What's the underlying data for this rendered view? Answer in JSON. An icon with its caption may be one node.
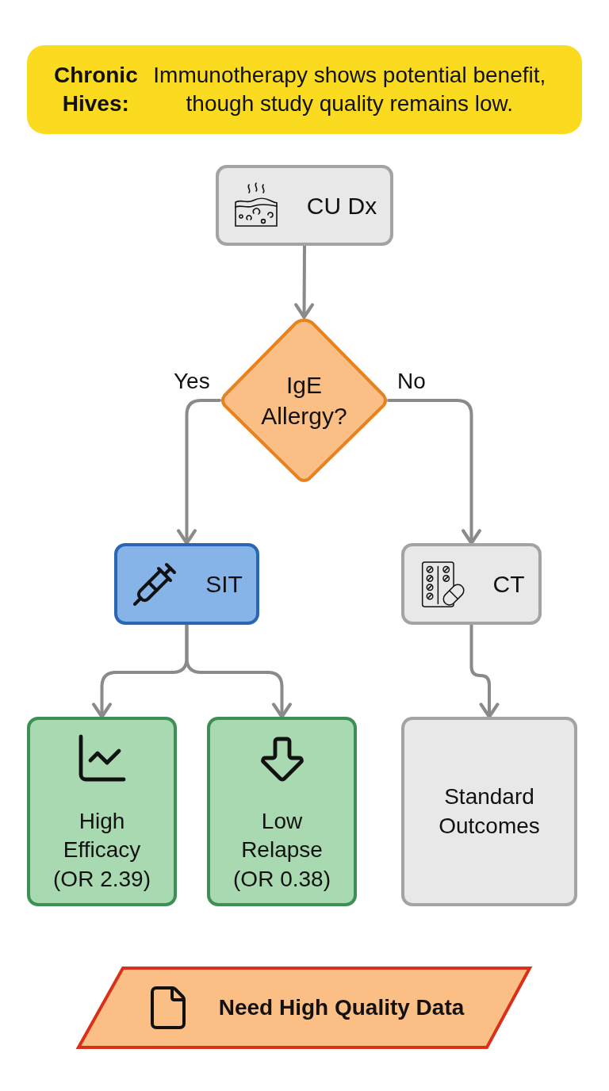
{
  "diagram": {
    "title": "**Chronic Hives:** Immunotherapy shows potential benefit, though study quality remains low.",
    "nodes": [
      {
        "text": [
          "CU Dx"
        ]
      },
      {
        "text": [
          "IgE Allergy?"
        ]
      },
      {
        "text": [
          "SIT"
        ]
      },
      {
        "text": [
          "CT"
        ]
      },
      {
        "text": [
          "High Efficacy (OR 2.39)"
        ]
      },
      {
        "text": [
          "Low Relapse (OR 0.38)"
        ]
      },
      {
        "text": [
          "Standard Outcomes"
        ]
      },
      {
        "text": [
          "Need High Quality Data"
        ]
      }
    ],
    "edges": [
      {
        "from": 0,
        "to": 1,
        "arrow": "to"
      },
      {
        "from": 1,
        "to": 2,
        "arrow": "to",
        "label": "Yes"
      },
      {
        "from": 1,
        "to": 3,
        "arrow": "to",
        "label": "No"
      },
      {
        "from": 2,
        "to": 4,
        "arrow": "to"
      },
      {
        "from": 2,
        "to": 5,
        "arrow": "to"
      },
      {
        "from": 3,
        "to": 6,
        "arrow": "to"
      }
    ]
  }
}
